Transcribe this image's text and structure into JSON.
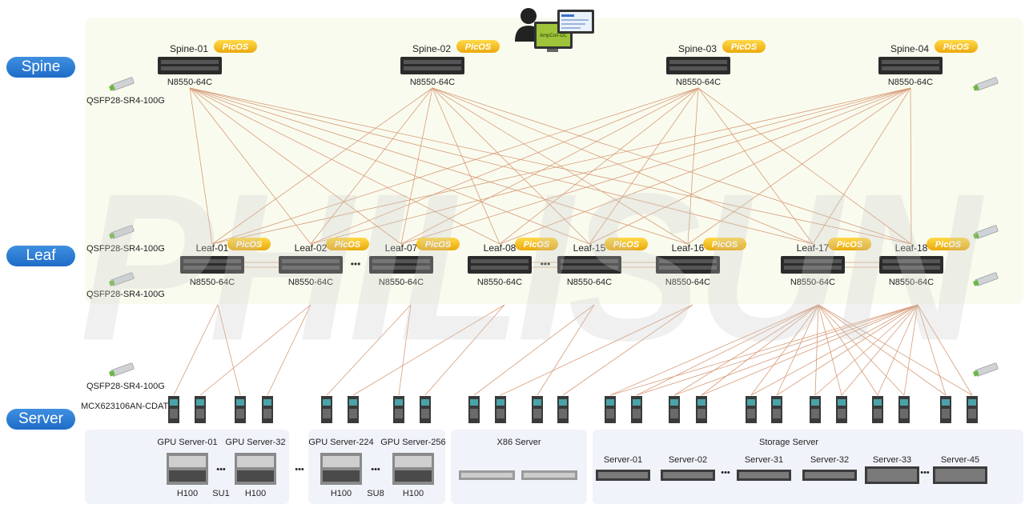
{
  "tiers": {
    "spine": "Spine",
    "leaf": "Leaf",
    "server": "Server"
  },
  "watermark": "PHILISUN",
  "badge": "PicOS",
  "management_screen": "AmpCon-DC",
  "spines": [
    {
      "name": "Spine-01",
      "model": "N8550-64C"
    },
    {
      "name": "Spine-02",
      "model": "N8550-64C"
    },
    {
      "name": "Spine-03",
      "model": "N8550-64C"
    },
    {
      "name": "Spine-04",
      "model": "N8550-64C"
    }
  ],
  "leaves": [
    {
      "name": "Leaf-01",
      "model": "N8550-64C"
    },
    {
      "name": "Leaf-02",
      "model": "N8550-64C"
    },
    {
      "name": "Leaf-07",
      "model": "N8550-64C"
    },
    {
      "name": "Leaf-08",
      "model": "N8550-64C"
    },
    {
      "name": "Leaf-15",
      "model": "N8550-64C"
    },
    {
      "name": "Leaf-16",
      "model": "N8550-64C"
    },
    {
      "name": "Leaf-17",
      "model": "N8550-64C"
    },
    {
      "name": "Leaf-18",
      "model": "N8550-64C"
    }
  ],
  "modules": {
    "spine_left": "QSFP28-SR4-100G",
    "leaf_left_upper": "QSFP28-SR4-100G",
    "leaf_left_lower": "QSFP28-SR4-100G",
    "server_left": "QSFP28-SR4-100G",
    "nic": "MCX623106AN-CDAT"
  },
  "groups": {
    "gpu1": {
      "title1": "GPU Server-01",
      "title2": "GPU Server-32",
      "gpu1": "H100",
      "gpu2": "H100",
      "su": "SU1"
    },
    "gpu2": {
      "title1": "GPU Server-224",
      "title2": "GPU Server-256",
      "gpu1": "H100",
      "gpu2": "H100",
      "su": "SU8"
    },
    "x86": {
      "title": "X86 Server"
    },
    "storage": {
      "title": "Storage Server",
      "servers": [
        "Server-01",
        "Server-02",
        "Server-31",
        "Server-32",
        "Server-33",
        "Server-45"
      ]
    }
  },
  "ellipsis": "•••",
  "colors": {
    "link": "#d79c78",
    "badge": "#f4c019",
    "pill": "#2b7ad3",
    "panel": "#fafbef"
  }
}
